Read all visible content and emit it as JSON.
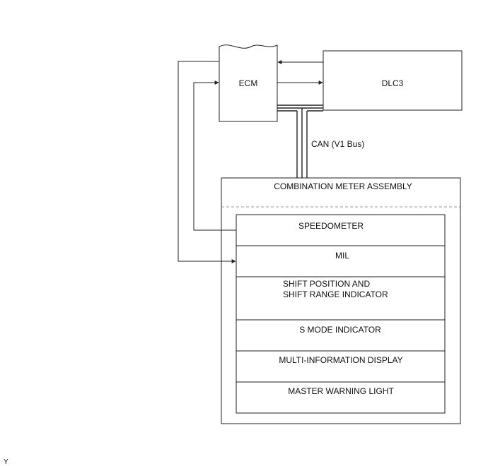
{
  "diagram": {
    "ecm": {
      "label": "ECM"
    },
    "dlc3": {
      "label": "DLC3"
    },
    "bus": {
      "label": "CAN (V1 Bus)"
    },
    "meter": {
      "title": "COMBINATION METER ASSEMBLY",
      "rows": [
        {
          "label": "SPEEDOMETER"
        },
        {
          "label": "MIL"
        },
        {
          "line1": "SHIFT POSITION AND",
          "line2": "SHIFT RANGE INDICATOR"
        },
        {
          "label": "S MODE INDICATOR"
        },
        {
          "label": "MULTI-INFORMATION DISPLAY"
        },
        {
          "label": "MASTER WARNING LIGHT"
        }
      ]
    },
    "footer_mark": "Y"
  },
  "colors": {
    "line": "#222222",
    "divider": "#999999",
    "background": "#ffffff"
  }
}
